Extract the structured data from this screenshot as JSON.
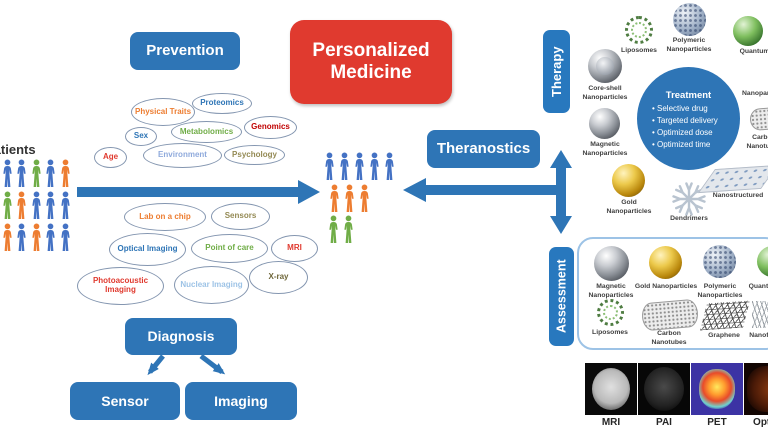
{
  "colors": {
    "accent_blue": "#2e75b6",
    "title_red": "#e03a2f",
    "person_blue": "#4472c4",
    "person_orange": "#ed7d31",
    "person_green": "#70ad47"
  },
  "title": {
    "line1": "Personalized",
    "line2": "Medicine"
  },
  "patients": {
    "label": "Patients",
    "left_grid": [
      [
        "blue",
        "blue",
        "green",
        "blue",
        "orange"
      ],
      [
        "green",
        "orange",
        "blue",
        "blue",
        "blue"
      ],
      [
        "orange",
        "blue",
        "orange",
        "blue",
        "blue"
      ]
    ],
    "center_grid": [
      [
        "blue",
        "blue",
        "blue",
        "blue",
        "blue"
      ],
      [
        "orange",
        "orange",
        "orange"
      ],
      [
        "green",
        "green"
      ]
    ]
  },
  "prevention": {
    "label": "Prevention",
    "factors": [
      {
        "id": "physical-traits",
        "label": "Physical Traits",
        "color": "#ed7d31"
      },
      {
        "id": "proteomics",
        "label": "Proteomics",
        "color": "#2e75b6"
      },
      {
        "id": "sex",
        "label": "Sex",
        "color": "#2e75b6"
      },
      {
        "id": "metabolomics",
        "label": "Metabolomics",
        "color": "#70ad47"
      },
      {
        "id": "genomics",
        "label": "Genomics",
        "color": "#c00000"
      },
      {
        "id": "environment",
        "label": "Environment",
        "color": "#8faadc"
      },
      {
        "id": "age",
        "label": "Age",
        "color": "#e03a2f"
      },
      {
        "id": "psychology",
        "label": "Psychology",
        "color": "#948a54"
      }
    ]
  },
  "diagnosis": {
    "label": "Diagnosis",
    "sensor_label": "Sensor",
    "imaging_label": "Imaging",
    "methods": [
      {
        "id": "lab-on-a-chip",
        "label": "Lab on a chip",
        "color": "#ed7d31"
      },
      {
        "id": "sensors",
        "label": "Sensors",
        "color": "#948a54"
      },
      {
        "id": "optical-imaging",
        "label": "Optical Imaging",
        "color": "#2e75b6"
      },
      {
        "id": "point-of-care",
        "label": "Point of care",
        "color": "#70ad47"
      },
      {
        "id": "mri",
        "label": "MRI",
        "color": "#e03a2f"
      },
      {
        "id": "photoacoustic-imaging",
        "label": "Photoacoustic Imaging",
        "color": "#e03a2f"
      },
      {
        "id": "nuclear-imaging",
        "label": "Nuclear Imaging",
        "color": "#9dc3e6"
      },
      {
        "id": "x-ray",
        "label": "X-ray",
        "color": "#6e6639"
      }
    ]
  },
  "theranostics": {
    "label": "Theranostics"
  },
  "therapy": {
    "label": "Therapy",
    "treatment": {
      "title": "Treatment",
      "bullets": [
        "Selective drug",
        "Targeted delivery",
        "Optimized dose",
        "Optimized time"
      ]
    },
    "items": [
      {
        "id": "liposomes",
        "label": "Liposomes",
        "icon": "ring"
      },
      {
        "id": "polymeric-nanoparticles",
        "label": "Polymeric Nanoparticles",
        "icon": "cluster"
      },
      {
        "id": "quantum-dots",
        "label": "Quantum Dots",
        "icon": "sphere-green"
      },
      {
        "id": "core-shell-nanoparticles",
        "label": "Core-shell Nanoparticles",
        "icon": "sphere-core"
      },
      {
        "id": "magnetic-nanoparticles",
        "label": "Magnetic Nanoparticles",
        "icon": "sphere-silver"
      },
      {
        "id": "gold-nanoparticles",
        "label": "Gold Nanoparticles",
        "icon": "sphere-gold"
      },
      {
        "id": "dendrimers",
        "label": "Dendrimers",
        "icon": "dendrimer"
      },
      {
        "id": "nanostructured-surfaces",
        "label": "Nanostructured",
        "icon": "surface"
      },
      {
        "id": "edge-nanoparticles",
        "label": "Nanoparticles",
        "icon": "none"
      },
      {
        "id": "edge-carbon-nanotubes",
        "label": "Carbon Nanotubes",
        "icon": "tube"
      }
    ]
  },
  "assessment": {
    "label": "Assessment",
    "items": [
      {
        "id": "a-magnetic-nanoparticles",
        "label": "Magnetic Nanoparticles",
        "icon": "sphere-silver"
      },
      {
        "id": "a-gold-nanoparticles",
        "label": "Gold Nanoparticles",
        "icon": "sphere-gold"
      },
      {
        "id": "a-polymeric-nanoparticles",
        "label": "Polymeric Nanoparticles",
        "icon": "cluster"
      },
      {
        "id": "a-quantum-dots",
        "label": "Quantum Dots",
        "icon": "sphere-green"
      },
      {
        "id": "a-liposomes",
        "label": "Liposomes",
        "icon": "ring"
      },
      {
        "id": "a-carbon-nanotubes",
        "label": "Carbon Nanotubes",
        "icon": "tube"
      },
      {
        "id": "a-graphene",
        "label": "Graphene",
        "icon": "graphene"
      },
      {
        "id": "a-nanofibers",
        "label": "Nanofibers",
        "icon": "fibers"
      }
    ]
  },
  "scans": [
    {
      "id": "mri",
      "label": "MRI"
    },
    {
      "id": "pai",
      "label": "PAI"
    },
    {
      "id": "pet",
      "label": "PET"
    },
    {
      "id": "optical",
      "label": "Optical"
    }
  ]
}
